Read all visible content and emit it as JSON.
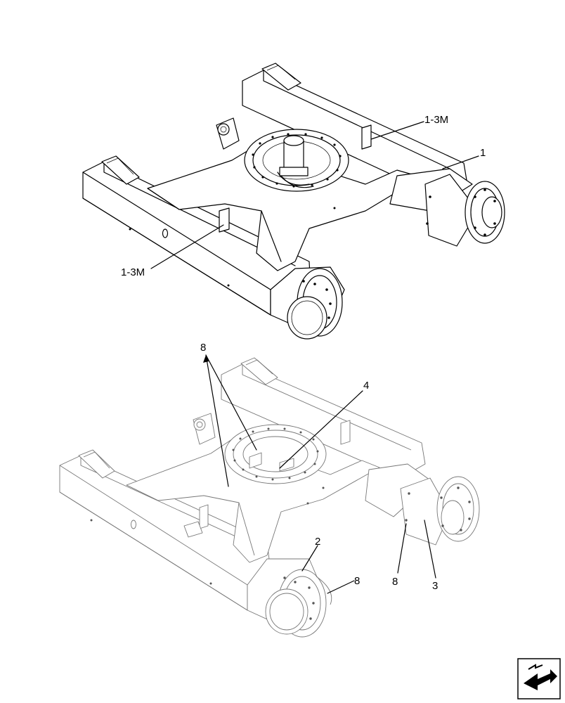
{
  "callouts": {
    "top": {
      "label_1": "1",
      "label_1_3m_upper": "1-3M",
      "label_1_3m_lower": "1-3M"
    },
    "bottom": {
      "label_8_top": "8",
      "label_4": "4",
      "label_2": "2",
      "label_8_wheel": "8",
      "label_8_right": "8",
      "label_3": "3"
    }
  },
  "nav_icon": "next-page-arrow-icon"
}
